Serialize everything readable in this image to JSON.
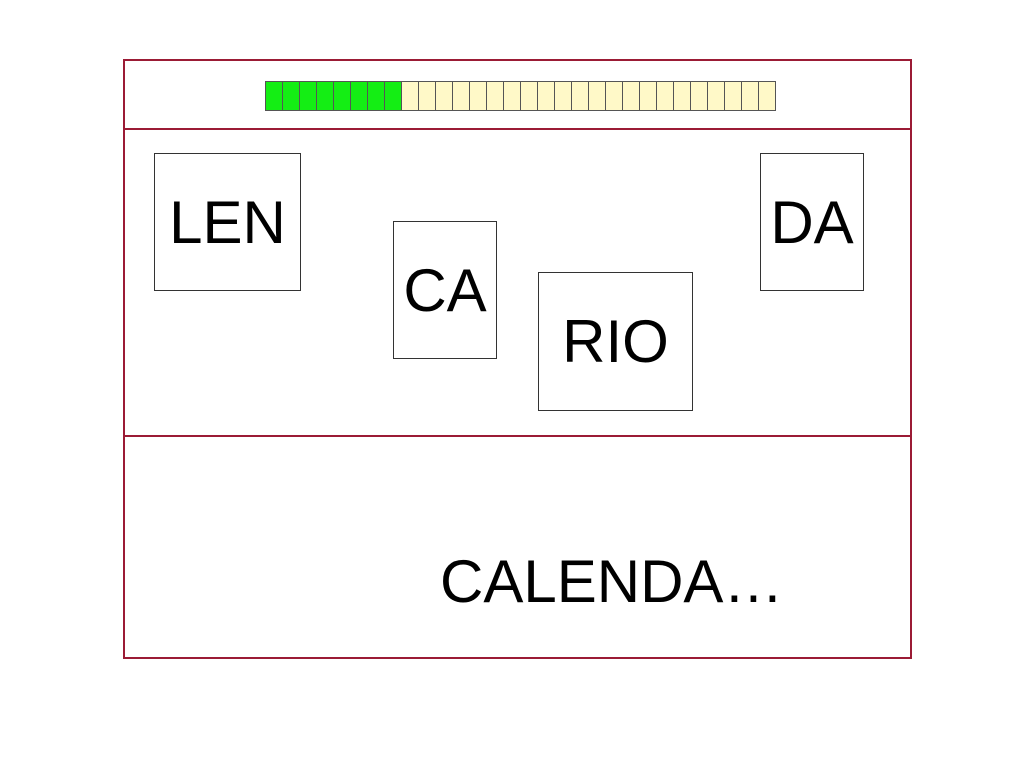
{
  "progress": {
    "total_cells": 30,
    "filled_cells": 8,
    "fill_color": "#14ee14",
    "empty_color": "#fff9c8"
  },
  "tiles": [
    {
      "id": "len",
      "label": "LEN"
    },
    {
      "id": "ca",
      "label": "CA"
    },
    {
      "id": "rio",
      "label": "RIO"
    },
    {
      "id": "da",
      "label": "DA"
    }
  ],
  "word": {
    "text": "CALENDA…"
  },
  "colors": {
    "frame_border": "#9b1b35"
  }
}
